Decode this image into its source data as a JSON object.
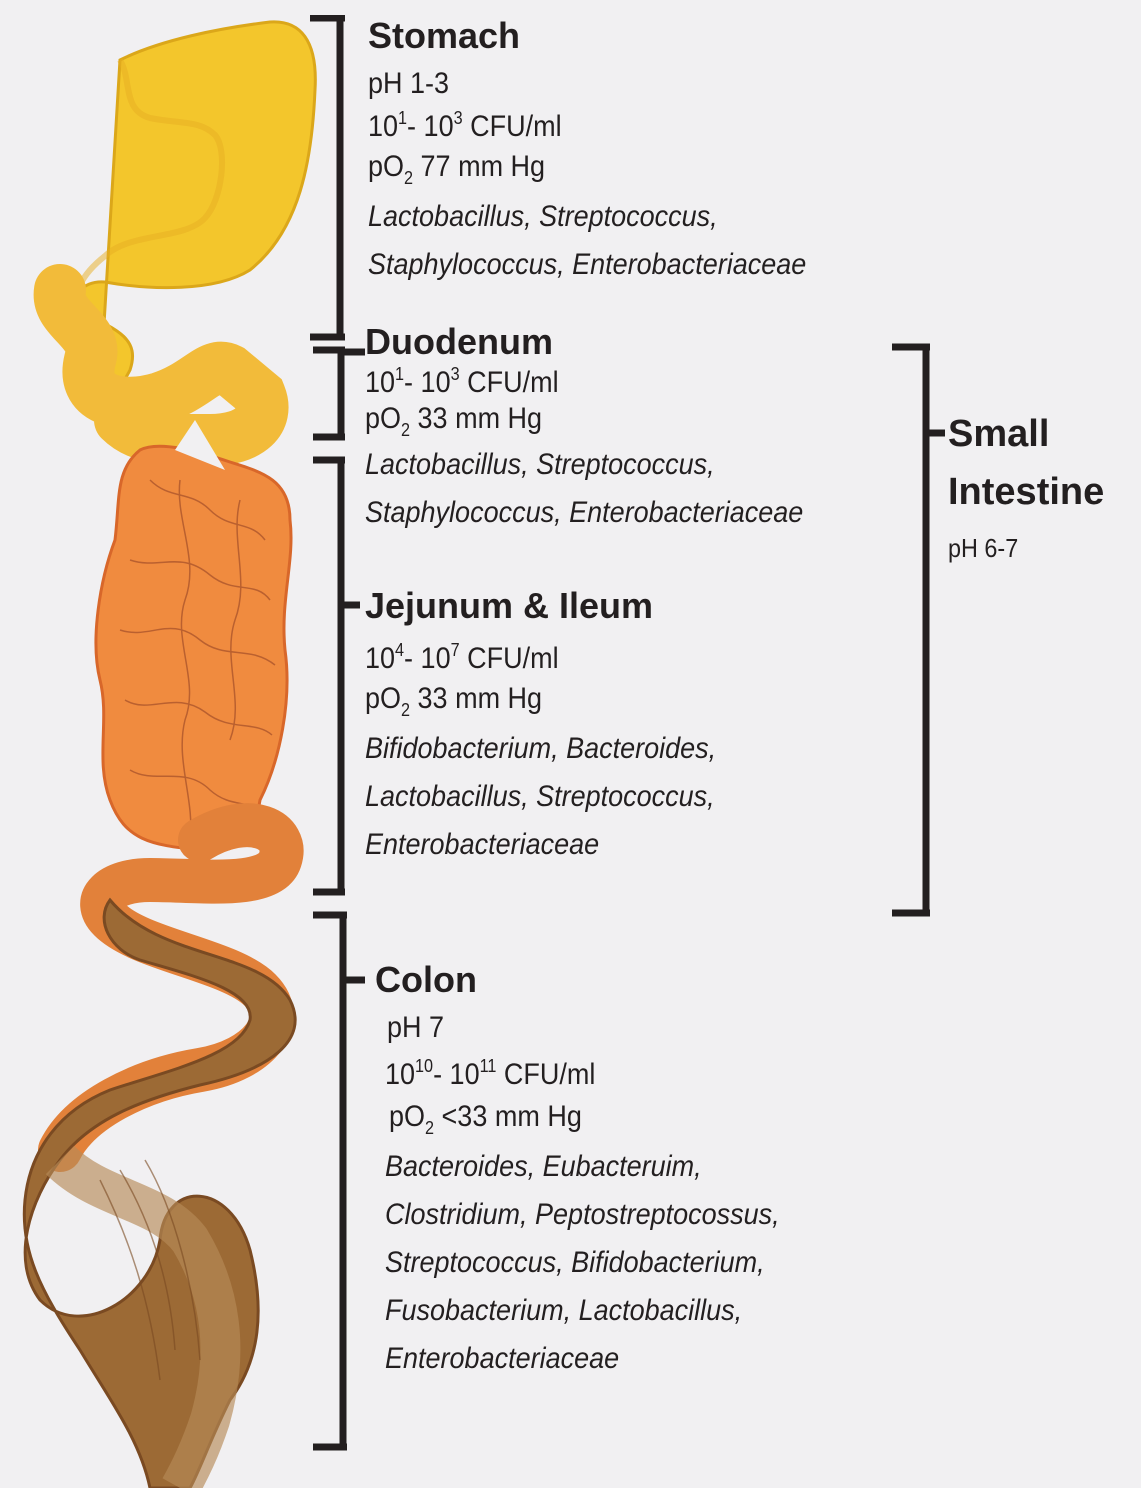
{
  "colors": {
    "stomach": "#f4c526",
    "duodenum": "#f5b33c",
    "small_intestine": "#ef8a3c",
    "colon": "#a9743a",
    "bracket": "#231f20"
  },
  "stomach": {
    "title": "Stomach",
    "ph": "pH 1-3",
    "cfu": {
      "base1": "10",
      "exp1": "1",
      "sep": "- ",
      "base2": "10",
      "exp2": "3",
      "unit": " CFU/ml"
    },
    "po2": {
      "prefix": "pO",
      "sub": "2",
      "value": " 77 mm Hg"
    },
    "taxa": [
      "Lactobacillus, Streptococcus,",
      "Staphylococcus, Enterobacteriaceae"
    ]
  },
  "duodenum": {
    "title": "Duodenum",
    "cfu": {
      "base1": "10",
      "exp1": "1",
      "sep": "- ",
      "base2": "10",
      "exp2": "3",
      "unit": " CFU/ml"
    },
    "po2": {
      "prefix": "pO",
      "sub": "2",
      "value": " 33 mm Hg"
    },
    "taxa": [
      "Lactobacillus, Streptococcus,",
      "Staphylococcus, Enterobacteriaceae"
    ]
  },
  "jejunum": {
    "title": "Jejunum & Ileum",
    "cfu": {
      "base1": "10",
      "exp1": "4",
      "sep": "- ",
      "base2": "10",
      "exp2": "7",
      "unit": " CFU/ml"
    },
    "po2": {
      "prefix": "pO",
      "sub": "2",
      "value": " 33 mm Hg"
    },
    "taxa": [
      "Bifidobacterium, Bacteroides,",
      "Lactobacillus, Streptococcus,",
      "Enterobacteriaceae"
    ]
  },
  "colon": {
    "title": "Colon",
    "ph": "pH 7",
    "cfu": {
      "base1": "10",
      "exp1": "10",
      "sep": "- ",
      "base2": "10",
      "exp2": "11",
      "unit": " CFU/ml"
    },
    "po2": {
      "prefix": "pO",
      "sub": "2",
      "value": " <33 mm Hg"
    },
    "taxa": [
      "Bacteroides, Eubacteruim,",
      "Clostridium, Peptostreptocossus,",
      "Streptococcus, Bifidobacterium,",
      "Fusobacterium, Lactobacillus,",
      "Enterobacteriaceae"
    ]
  },
  "small_intestine": {
    "title_line1": "Small",
    "title_line2": "Intestine",
    "ph": "pH 6-7"
  }
}
